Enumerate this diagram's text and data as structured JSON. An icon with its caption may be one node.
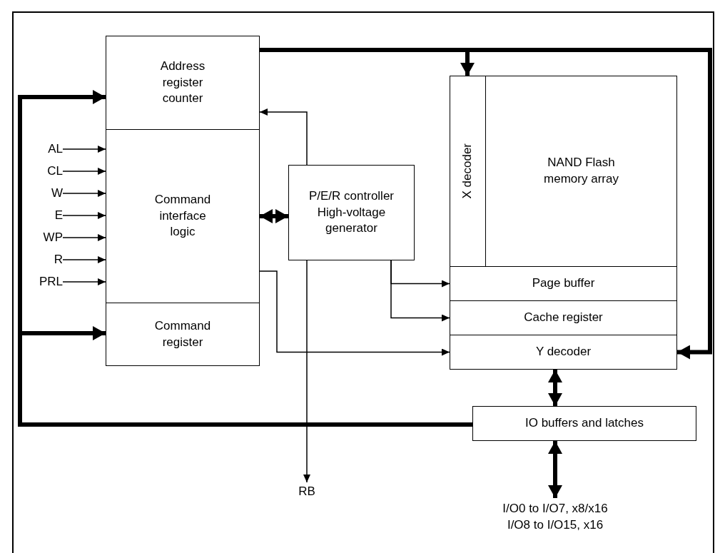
{
  "diagram": {
    "nodes": [
      {
        "text": [
          "Address register counter"
        ]
      },
      {
        "text": [
          "Command interface logic"
        ]
      },
      {
        "text": [
          "Command register"
        ]
      },
      {
        "text": [
          "AL"
        ]
      },
      {
        "text": [
          "CL"
        ]
      },
      {
        "text": [
          "W"
        ]
      },
      {
        "text": [
          "E"
        ]
      },
      {
        "text": [
          "WP"
        ]
      },
      {
        "text": [
          "R"
        ]
      },
      {
        "text": [
          "PRL"
        ]
      },
      {
        "text": [
          "P/E/R controller High-voltage generator"
        ]
      },
      {
        "text": [
          "X decoder"
        ]
      },
      {
        "text": [
          "NAND Flash memory array"
        ]
      },
      {
        "text": [
          "Page buffer"
        ]
      },
      {
        "text": [
          "Cache register"
        ]
      },
      {
        "text": [
          "Y decoder"
        ]
      },
      {
        "text": [
          "IO buffers and latches"
        ]
      },
      {
        "text": [
          "RB"
        ]
      },
      {
        "text": [
          "I/O0 to I/O7, x8/x16",
          "I/O8 to I/O15, x16"
        ]
      }
    ],
    "edges": [
      {
        "from": 3,
        "to": 1,
        "arrow": "to"
      },
      {
        "from": 4,
        "to": 1,
        "arrow": "to"
      },
      {
        "from": 5,
        "to": 1,
        "arrow": "to"
      },
      {
        "from": 6,
        "to": 1,
        "arrow": "to"
      },
      {
        "from": 7,
        "to": 1,
        "arrow": "to"
      },
      {
        "from": 8,
        "to": 1,
        "arrow": "to"
      },
      {
        "from": 9,
        "to": 1,
        "arrow": "to"
      },
      {
        "from": 0,
        "to": 11,
        "arrow": "to",
        "style": "thick"
      },
      {
        "from": 0,
        "to": 15,
        "arrow": "to",
        "style": "thick"
      },
      {
        "from": 10,
        "to": 0,
        "arrow": "to"
      },
      {
        "from": 1,
        "to": 10,
        "arrow": "both",
        "style": "thick"
      },
      {
        "from": 10,
        "to": 13,
        "arrow": "to"
      },
      {
        "from": 10,
        "to": 14,
        "arrow": "to"
      },
      {
        "from": 1,
        "to": 15,
        "arrow": "to"
      },
      {
        "from": 10,
        "to": 17,
        "arrow": "to"
      },
      {
        "from": 16,
        "to": 0,
        "arrow": "to",
        "style": "thick"
      },
      {
        "from": 16,
        "to": 2,
        "arrow": "to",
        "style": "thick"
      },
      {
        "from": 15,
        "to": 16,
        "arrow": "both",
        "style": "thick"
      },
      {
        "from": 16,
        "to": 18,
        "arrow": "both",
        "style": "thick"
      }
    ]
  }
}
